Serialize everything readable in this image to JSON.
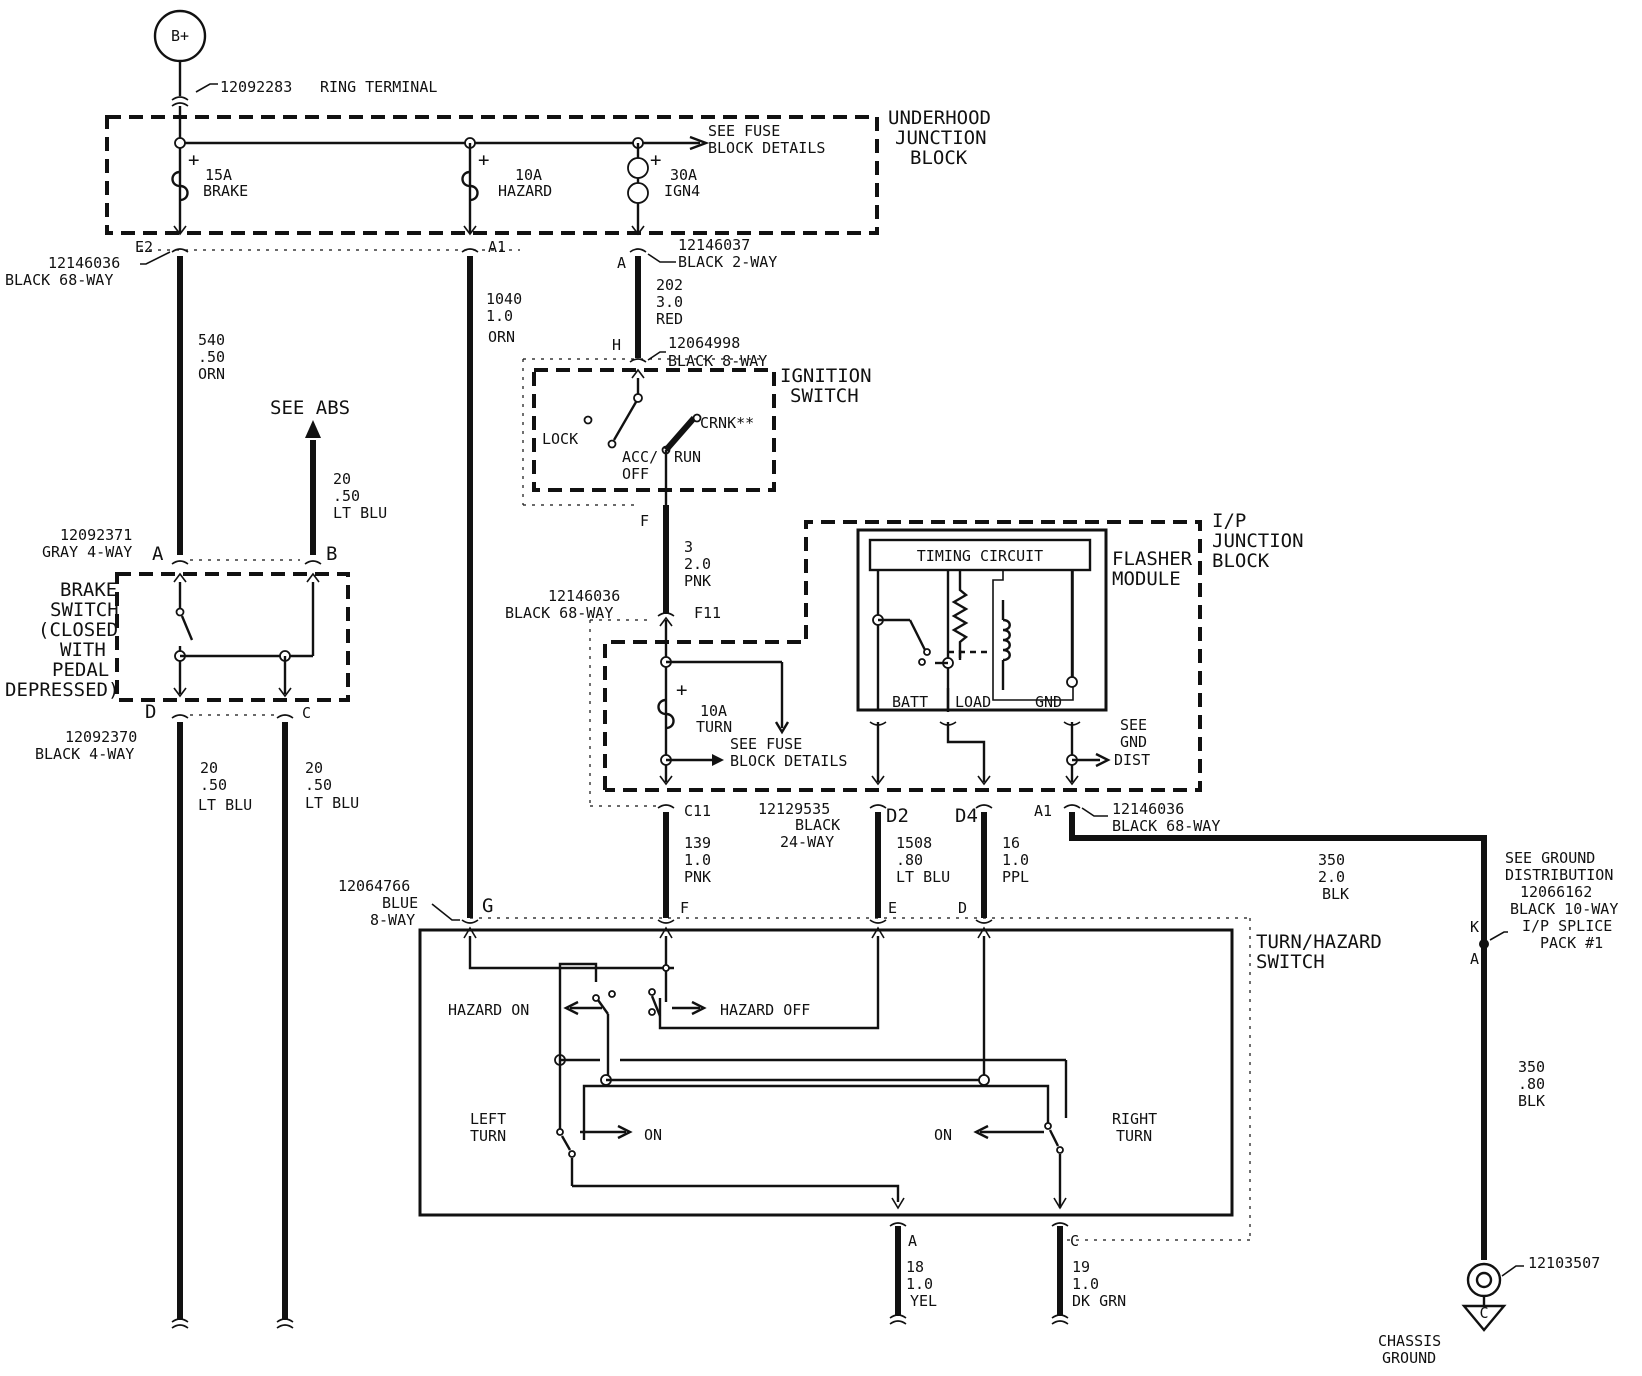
{
  "battery": {
    "label": "B+"
  },
  "ring_terminal": {
    "part": "12092283",
    "name": "RING TERMINAL"
  },
  "underhood_block": {
    "title": [
      "UNDERHOOD",
      "JUNCTION",
      "BLOCK"
    ],
    "see_fuse": [
      "SEE FUSE",
      "BLOCK DETAILS"
    ],
    "fuses": [
      {
        "rating": "15A",
        "name": "BRAKE",
        "sign": "+"
      },
      {
        "rating": "10A",
        "name": "HAZARD",
        "sign": "+"
      },
      {
        "rating": "30A",
        "name": "IGN4",
        "sign": "+"
      }
    ]
  },
  "connectors": {
    "c_12146036_top": {
      "pin": "E2",
      "part": "12146036",
      "desc": "BLACK 68-WAY"
    },
    "a1_top": {
      "pin": "A1"
    },
    "c_12146037": {
      "pin": "A",
      "part": "12146037",
      "desc": "BLACK 2-WAY"
    },
    "c_12064998": {
      "pin": "H",
      "part": "12064998",
      "desc": "BLACK 8-WAY"
    },
    "ign_f": {
      "pin": "F"
    },
    "c_12146036_mid": {
      "pin": "F11",
      "part": "12146036",
      "desc": "BLACK 68-WAY"
    },
    "c_12092371": {
      "pin_a": "A",
      "pin_b": "B",
      "part": "12092371",
      "desc": "GRAY 4-WAY"
    },
    "c_12092370": {
      "pin_d": "D",
      "pin_c": "C",
      "part": "12092370",
      "desc": "BLACK 4-WAY"
    },
    "c11": {
      "pin": "C11"
    },
    "c_12129535": {
      "pin_d2": "D2",
      "pin_d4": "D4",
      "part": "12129535",
      "desc1": "BLACK",
      "desc2": "24-WAY"
    },
    "c_12146036_low": {
      "pin": "A1",
      "part": "12146036",
      "desc": "BLACK 68-WAY"
    },
    "c_12064766": {
      "pin_g": "G",
      "pin_f": "F",
      "pin_e": "E",
      "pin_d": "D",
      "part": "12064766",
      "desc1": "BLUE",
      "desc2": "8-WAY"
    },
    "bottom": {
      "pin_a": "A",
      "pin_c": "C"
    },
    "splice": {
      "pin_k": "K",
      "pin_a": "A"
    }
  },
  "wires": {
    "w540": [
      "540",
      ".50",
      "ORN"
    ],
    "w1040": [
      "1040",
      "1.0",
      "ORN"
    ],
    "w202": [
      "202",
      "3.0",
      "RED"
    ],
    "w20_abs": [
      "20",
      ".50",
      "LT BLU"
    ],
    "w3": [
      "3",
      "2.0",
      "PNK"
    ],
    "w20_left": [
      "20",
      ".50",
      "LT BLU"
    ],
    "w20_right": [
      "20",
      ".50",
      "LT BLU"
    ],
    "w139": [
      "139",
      "1.0",
      "PNK"
    ],
    "w1508": [
      "1508",
      ".80",
      "LT BLU"
    ],
    "w16": [
      "16",
      "1.0",
      "PPL"
    ],
    "w350a": [
      "350",
      "2.0",
      "BLK"
    ],
    "w350b": [
      "350",
      ".80",
      "BLK"
    ],
    "w18": [
      "18",
      "1.0",
      "YEL"
    ],
    "w19": [
      "19",
      "1.0",
      "DK GRN"
    ]
  },
  "see_abs": "SEE ABS",
  "ignition_switch": {
    "title": [
      "IGNITION",
      "SWITCH"
    ],
    "lock": "LOCK",
    "acc_off": [
      "ACC/",
      "OFF"
    ],
    "run": "RUN",
    "crank": "CRNK**"
  },
  "brake_switch": {
    "title": [
      "BRAKE",
      "SWITCH",
      "(CLOSED",
      "WITH",
      "PEDAL",
      "DEPRESSED)"
    ]
  },
  "ip_block": {
    "title": [
      "I/P",
      "JUNCTION",
      "BLOCK"
    ],
    "fuse": {
      "sign": "+",
      "rating": "10A",
      "name": "TURN"
    },
    "see_fuse": [
      "SEE FUSE",
      "BLOCK DETAILS"
    ],
    "see_gnd": [
      "SEE",
      "GND",
      "DIST"
    ]
  },
  "flasher": {
    "title": [
      "FLASHER",
      "MODULE"
    ],
    "timing": "TIMING CIRCUIT",
    "batt": "BATT",
    "load": "LOAD",
    "gnd": "GND"
  },
  "turn_hazard": {
    "title": [
      "TURN/HAZARD",
      "SWITCH"
    ],
    "hazard_on": "HAZARD ON",
    "hazard_off": "HAZARD OFF",
    "left_turn": [
      "LEFT",
      "TURN"
    ],
    "right_turn": [
      "RIGHT",
      "TURN"
    ],
    "on_left": "ON",
    "on_right": "ON"
  },
  "ground": {
    "see": [
      "SEE GROUND",
      "DISTRIBUTION"
    ],
    "part": "12066162",
    "desc": [
      "BLACK 10-WAY",
      "I/P SPLICE",
      "PACK #1"
    ],
    "terminal": "12103507",
    "symbol": "C",
    "chassis": [
      "CHASSIS",
      "GROUND"
    ]
  }
}
